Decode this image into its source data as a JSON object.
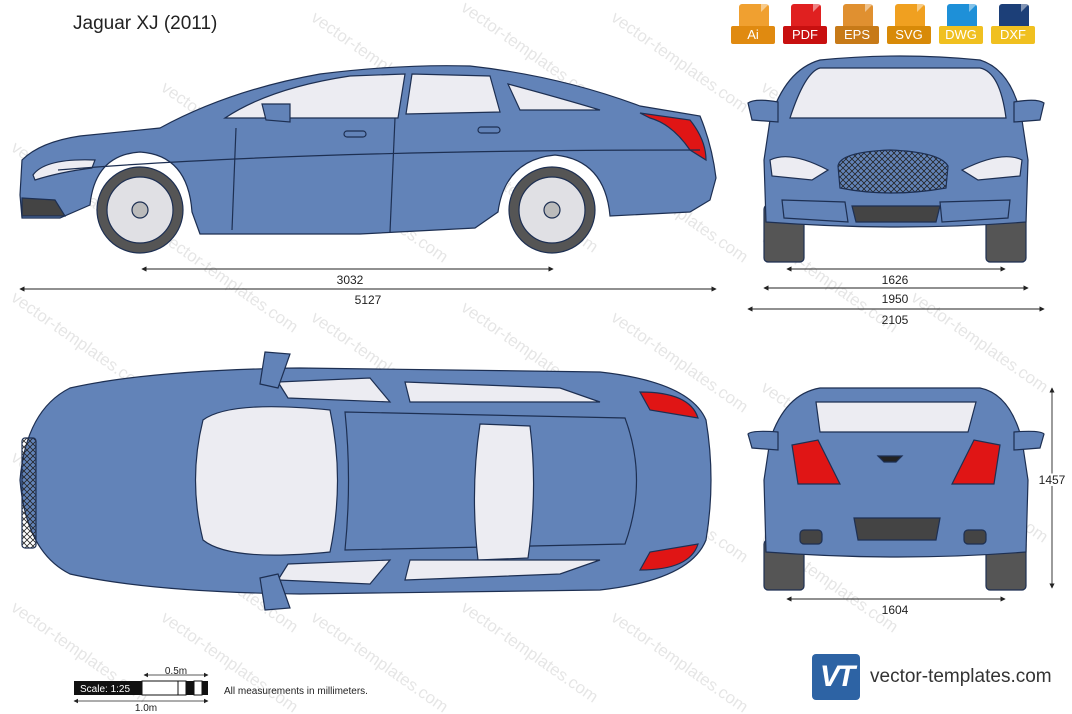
{
  "title": "Jaguar XJ (2011)",
  "formats": [
    {
      "label": "Ai",
      "color": "#f0a030"
    },
    {
      "label": "PDF",
      "color": "#e02020"
    },
    {
      "label": "EPS",
      "color": "#e09030"
    },
    {
      "label": "SVG",
      "color": "#f0a020"
    },
    {
      "label": "DWG",
      "color": "#1e90d8"
    },
    {
      "label": "DXF",
      "color": "#1c3f78"
    }
  ],
  "dimensions": {
    "wheelbase": "3032",
    "length": "5127",
    "track_front": "1626",
    "width": "1950",
    "width_mirrors": "2105",
    "track_rear": "1604",
    "height": "1457"
  },
  "scale": {
    "half_meter": "0.5m",
    "meter": "1.0m",
    "label": "Scale: 1:25",
    "note": "All measurements in millimeters."
  },
  "watermark": "vector-templates.com",
  "brand": {
    "logo": "VT",
    "site": "vector-templates.com"
  },
  "colors": {
    "body": "#6283b8",
    "outline": "#1d2f52",
    "glass": "#ececf2",
    "light": "#e01515",
    "tire": "#555555",
    "dark": "#444444"
  }
}
